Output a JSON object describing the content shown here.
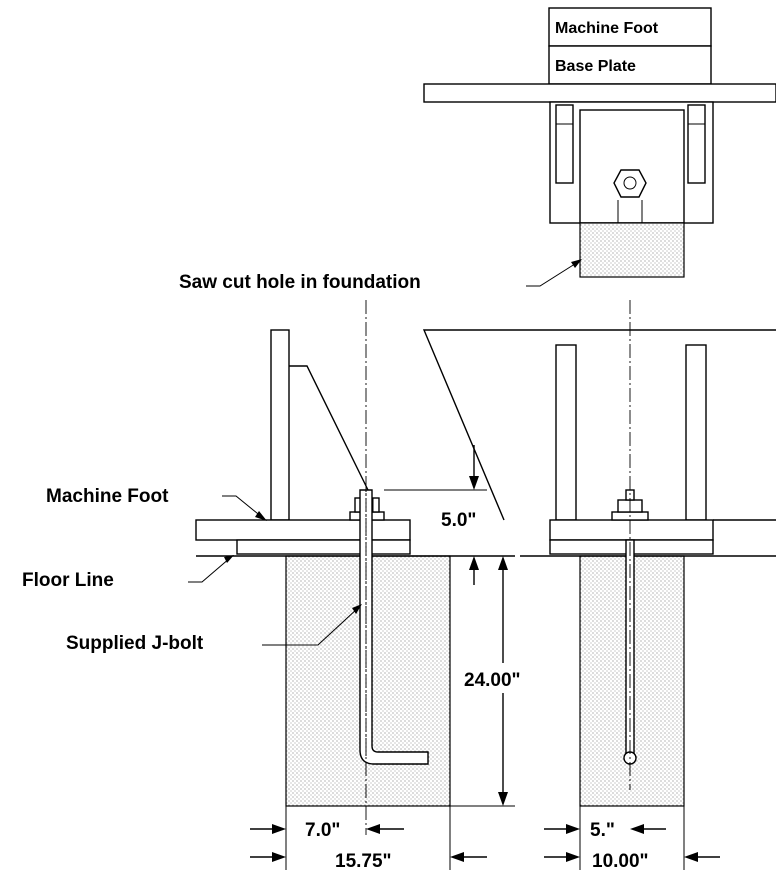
{
  "legend": {
    "machine_foot": "Machine Foot",
    "base_plate": "Base Plate"
  },
  "labels": {
    "saw_cut": "Saw cut hole in foundation",
    "machine_foot": "Machine Foot",
    "floor_line": "Floor Line",
    "j_bolt": "Supplied J-bolt"
  },
  "dimensions": {
    "bolt_projection": "5.0\"",
    "depth": "24.00\"",
    "left_offset": "7.0\"",
    "left_width": "15.75\"",
    "right_offset": "5.\"",
    "right_width": "10.00\""
  }
}
